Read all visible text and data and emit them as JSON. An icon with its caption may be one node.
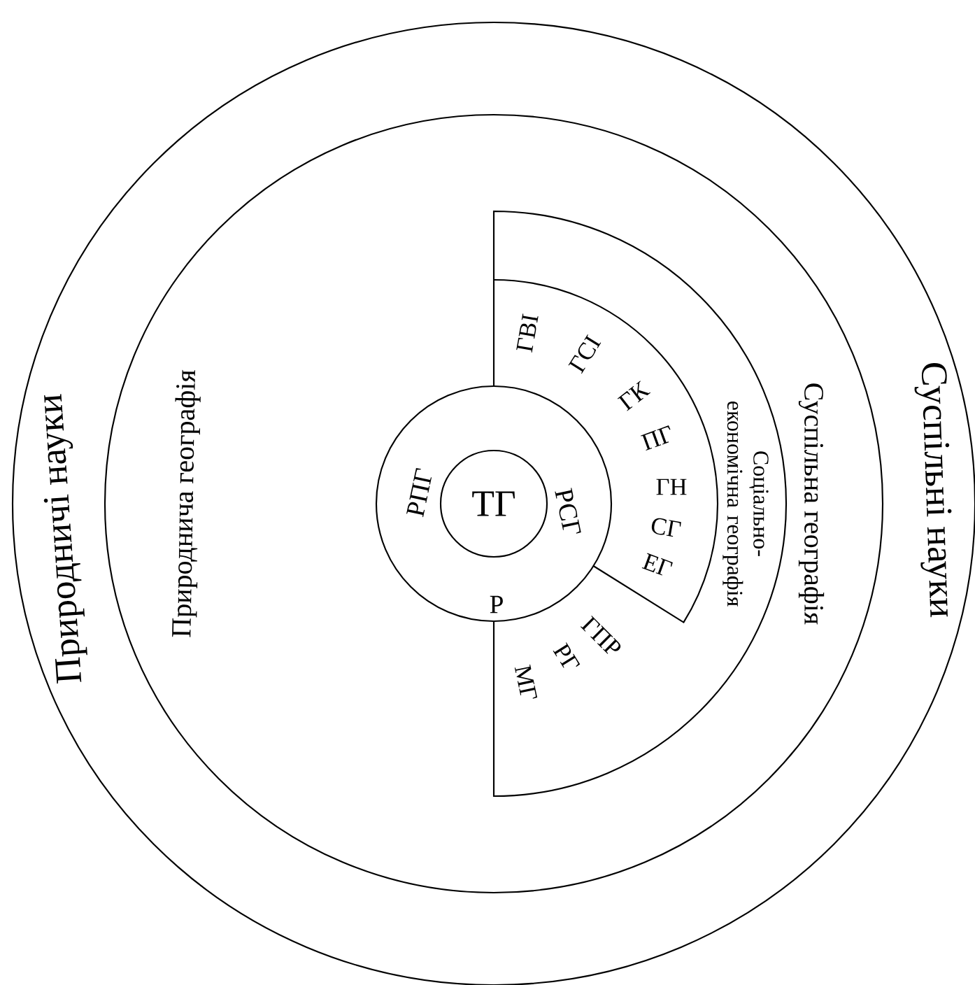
{
  "diagram": {
    "nodes": [
      {
        "text": [
          "Природничі науки",
          "Суспільні науки"
        ]
      },
      {
        "text": [
          "Природнича географія",
          "Суспільна географія"
        ],
        "in": 0
      },
      {
        "text": [
          "Соціально-економічна географія",
          "ГПР",
          "РГ",
          "МГ"
        ],
        "in": 1
      },
      {
        "text": [
          "ГВІ",
          "ГСІ",
          "ГК",
          "ПГ",
          "ГН",
          "СГ",
          "ЕГ"
        ],
        "in": 2
      },
      {
        "text": [
          "РПГ",
          "РСГ",
          "Р"
        ],
        "in": 1
      },
      {
        "text": [
          "ТГ"
        ],
        "in": 4
      }
    ]
  }
}
